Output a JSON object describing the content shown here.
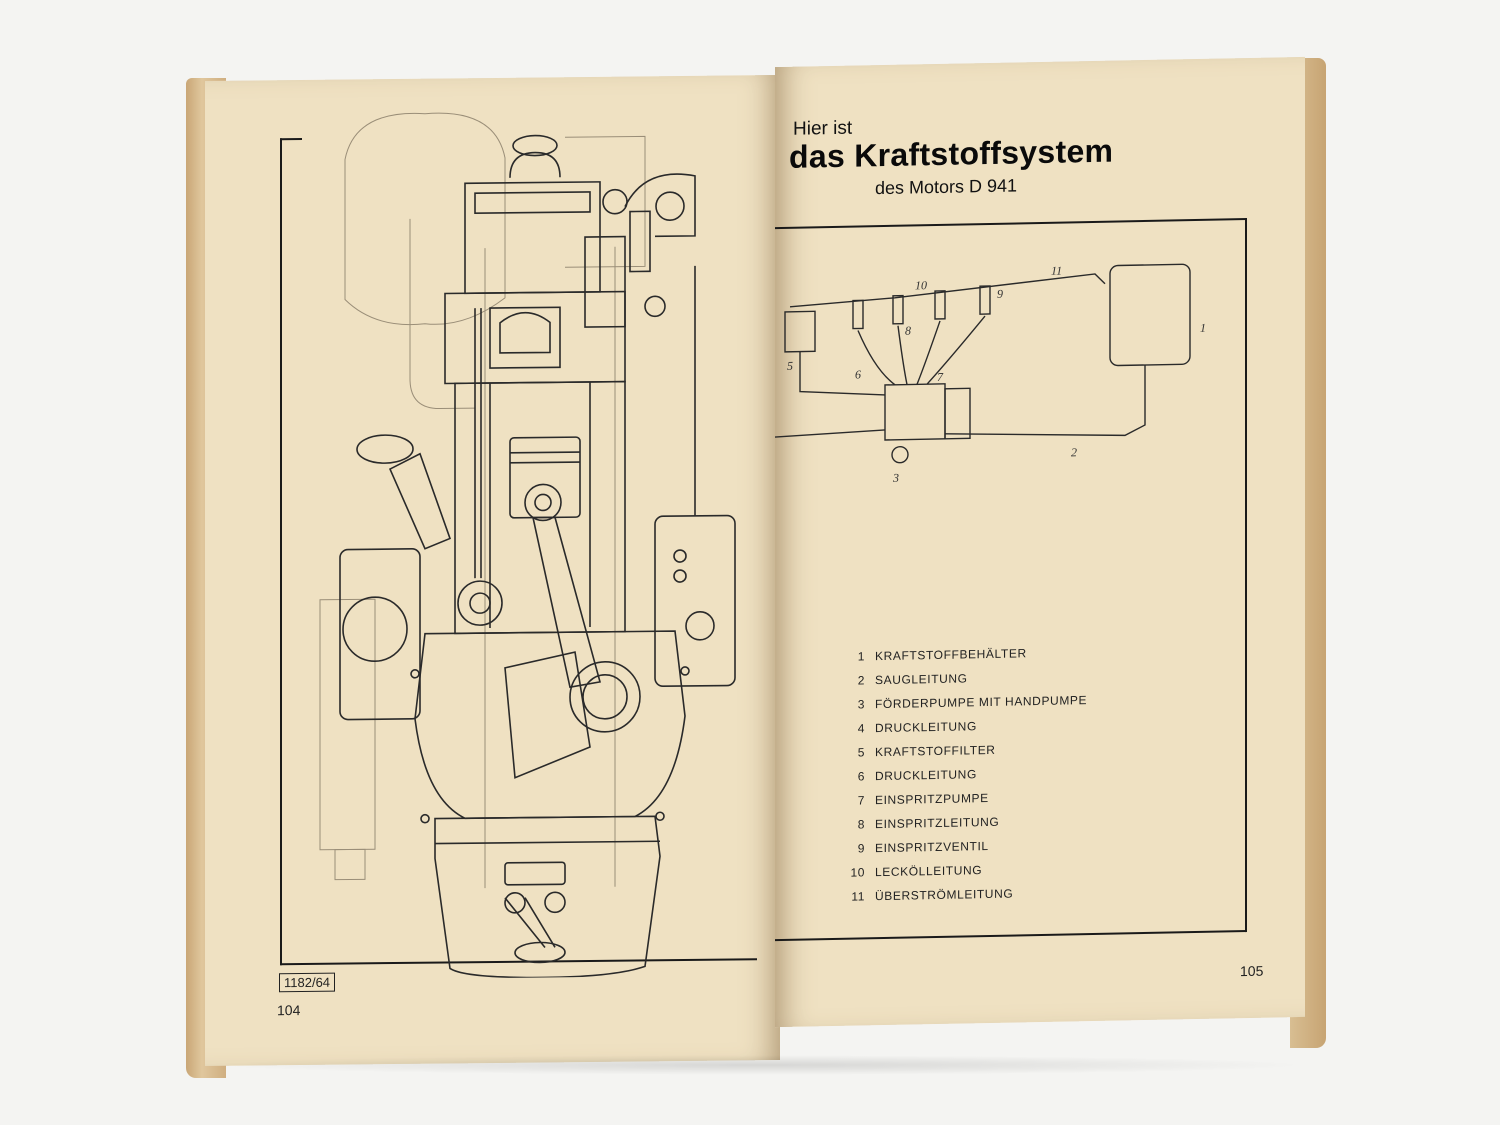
{
  "left_page": {
    "code": "1182/64",
    "page_number": "104"
  },
  "right_page": {
    "kicker": "Hier ist",
    "title": "das Kraftstoffsystem",
    "subtitle": "des Motors D 941",
    "page_number": "105",
    "callouts": [
      "1",
      "2",
      "3",
      "5",
      "6",
      "7",
      "8",
      "9",
      "10",
      "11"
    ],
    "legend": [
      {
        "num": "1",
        "label": "KRAFTSTOFFBEHÄLTER"
      },
      {
        "num": "2",
        "label": "SAUGLEITUNG"
      },
      {
        "num": "3",
        "label": "FÖRDERPUMPE MIT HANDPUMPE"
      },
      {
        "num": "4",
        "label": "DRUCKLEITUNG"
      },
      {
        "num": "5",
        "label": "KRAFTSTOFFILTER"
      },
      {
        "num": "6",
        "label": "DRUCKLEITUNG"
      },
      {
        "num": "7",
        "label": "EINSPRITZPUMPE"
      },
      {
        "num": "8",
        "label": "EINSPRITZLEITUNG"
      },
      {
        "num": "9",
        "label": "EINSPRITZVENTIL"
      },
      {
        "num": "10",
        "label": "LECKÖLLEITUNG"
      },
      {
        "num": "11",
        "label": "ÜBERSTRÖMLEITUNG"
      }
    ]
  }
}
